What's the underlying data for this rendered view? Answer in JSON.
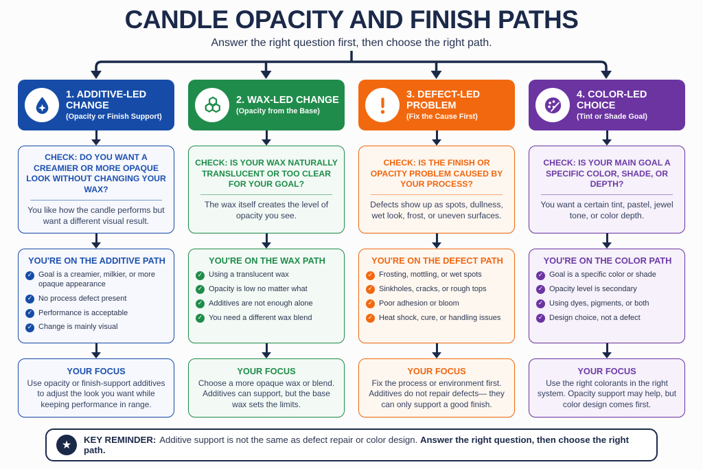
{
  "page": {
    "title": "CANDLE OPACITY AND FINISH PATHS",
    "subtitle": "Answer the right question first, then choose the right path."
  },
  "colors": {
    "navy": "#1b2949",
    "blue": "#164ca8",
    "green": "#208c4b",
    "orange": "#f2680f",
    "purple": "#6b34a1"
  },
  "columns": [
    {
      "id": "additive",
      "color": "#164ca8",
      "icon": "droplet-icon",
      "header": {
        "title": "1. ADDITIVE-LED CHANGE",
        "subtitle": "(Opacity or Finish Support)"
      },
      "check": {
        "heading": "CHECK: DO YOU WANT A CREAMIER OR MORE OPAQUE LOOK WITHOUT CHANGING YOUR WAX?",
        "body": "You like how the candle performs but want a different visual result."
      },
      "path": {
        "heading": "YOU'RE ON THE ADDITIVE PATH",
        "items": [
          "Goal is a creamier, milkier, or more opaque appearance",
          "No process defect present",
          "Performance is acceptable",
          "Change is mainly visual"
        ]
      },
      "focus": {
        "heading": "YOUR FOCUS",
        "body": "Use opacity or finish-support additives to adjust the look you want while keeping performance in range."
      }
    },
    {
      "id": "wax",
      "color": "#208c4b",
      "icon": "hexagons-icon",
      "header": {
        "title": "2. WAX-LED CHANGE",
        "subtitle": "(Opacity from the Base)"
      },
      "check": {
        "heading": "CHECK: IS YOUR WAX NATURALLY TRANSLUCENT OR TOO CLEAR FOR YOUR GOAL?",
        "body": "The wax itself creates the level of opacity you see."
      },
      "path": {
        "heading": "YOU'RE ON THE WAX PATH",
        "items": [
          "Using a translucent wax",
          "Opacity is low no matter what",
          "Additives are not enough alone",
          "You need a different wax blend"
        ]
      },
      "focus": {
        "heading": "YOUR FOCUS",
        "body": "Choose a more opaque wax or blend. Additives can support, but the base wax sets the limits."
      }
    },
    {
      "id": "defect",
      "color": "#f2680f",
      "icon": "exclamation-icon",
      "header": {
        "title": "3. DEFECT-LED PROBLEM",
        "subtitle": "(Fix the Cause First)"
      },
      "check": {
        "heading": "CHECK: IS THE FINISH OR OPACITY PROBLEM CAUSED BY YOUR PROCESS?",
        "body": "Defects show up as spots, dullness, wet look, frost, or uneven surfaces."
      },
      "path": {
        "heading": "YOU'RE ON THE DEFECT PATH",
        "items": [
          "Frosting, mottling, or wet spots",
          "Sinkholes, cracks, or rough tops",
          "Poor adhesion or bloom",
          "Heat shock, cure, or handling issues"
        ]
      },
      "focus": {
        "heading": "YOUR FOCUS",
        "body": "Fix the process or environment first. Additives do not repair defects— they can only support a good finish."
      }
    },
    {
      "id": "color",
      "color": "#6b34a1",
      "icon": "palette-icon",
      "header": {
        "title": "4. COLOR-LED CHOICE",
        "subtitle": "(Tint or Shade Goal)"
      },
      "check": {
        "heading": "CHECK: IS YOUR MAIN GOAL A SPECIFIC COLOR, SHADE, OR DEPTH?",
        "body": "You want a certain tint, pastel, jewel tone, or color depth."
      },
      "path": {
        "heading": "YOU'RE ON THE COLOR PATH",
        "items": [
          "Goal is a specific color or shade",
          "Opacity level is secondary",
          "Using dyes, pigments, or both",
          "Design choice, not a defect"
        ]
      },
      "focus": {
        "heading": "YOUR FOCUS",
        "body": "Use the right colorants in the right system. Opacity support may help, but color design comes first."
      }
    }
  ],
  "reminder": {
    "icon": "star-icon",
    "label": "KEY REMINDER:",
    "text": "Additive support is not the same as defect repair or color design.",
    "bold_text": "Answer the right question, then choose the right path."
  }
}
